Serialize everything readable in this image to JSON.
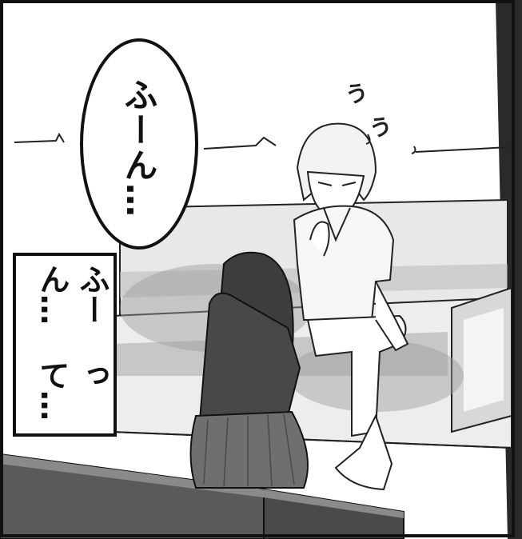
{
  "speech_bubble": {
    "text": "ふーん…"
  },
  "narration_box": {
    "lines": [
      "ふーん…",
      "って…"
    ]
  },
  "sound_effect": {
    "chars": [
      "う",
      "う"
    ]
  },
  "colors": {
    "ink": "#111111",
    "sofa_shadow": "#9c9c9c",
    "table": "#5a5a5a",
    "skirt": "#6f6f6f",
    "hair_dark": "#3d3d3d"
  }
}
